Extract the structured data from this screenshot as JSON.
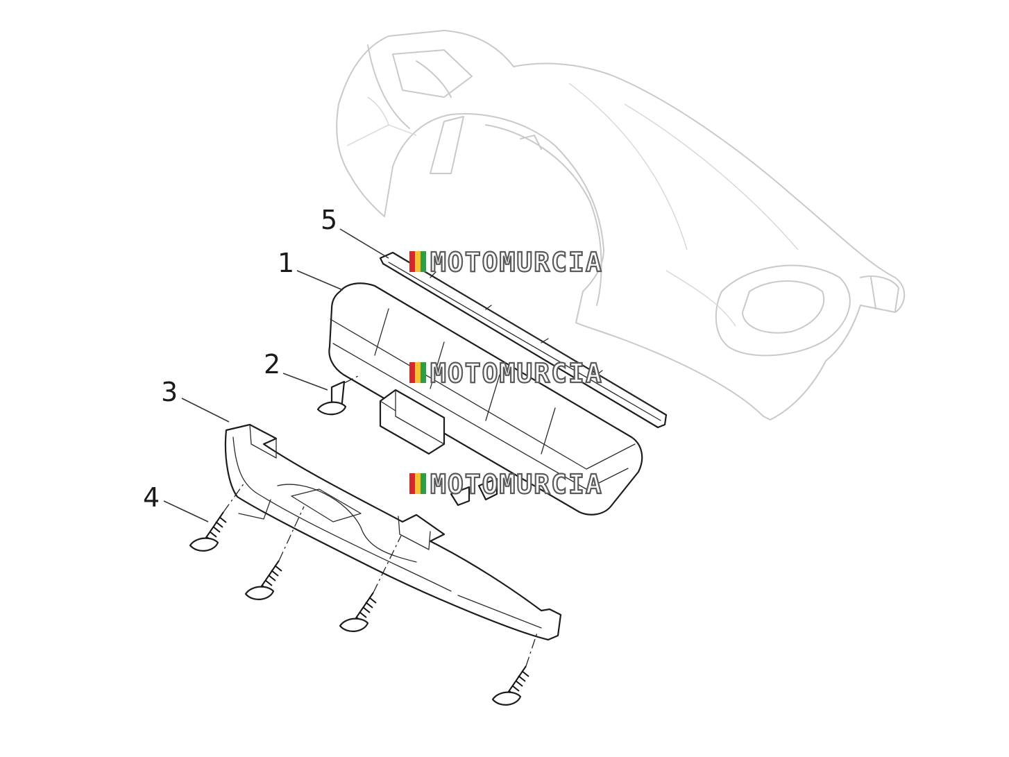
{
  "diagram": {
    "callouts": [
      "1",
      "2",
      "3",
      "4",
      "5"
    ],
    "watermark": "MOTOMURCIA",
    "watermark_colors": [
      "#d62828",
      "#f2c230",
      "#2e9e45"
    ]
  }
}
